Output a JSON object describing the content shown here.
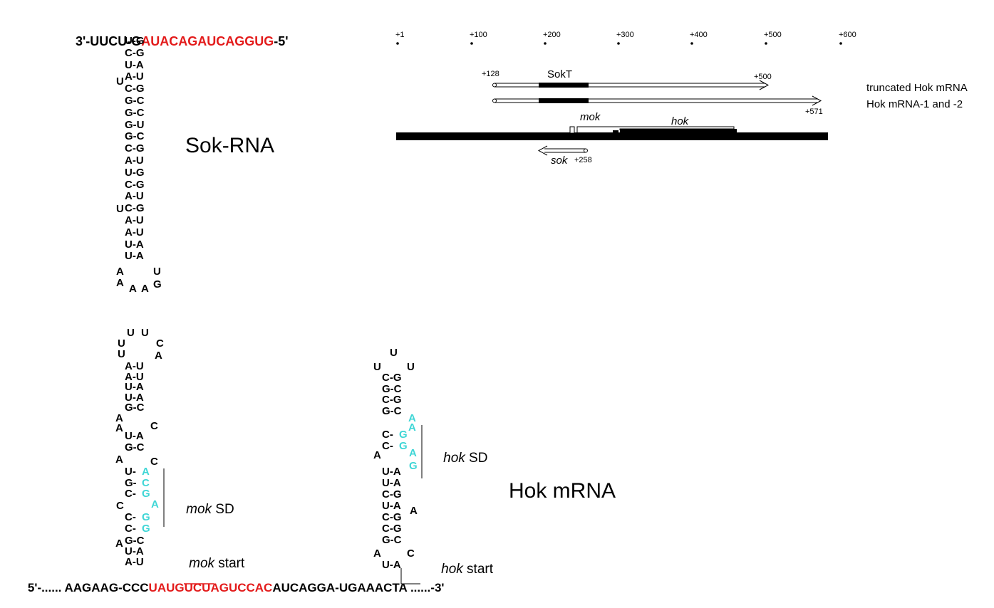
{
  "colors": {
    "highlight_red": "#e31b1b",
    "highlight_cyan": "#3fd6d6",
    "ink": "#000000"
  },
  "sok": {
    "top_left": "3'-UUCU-G",
    "top_red": "AUACAGAUCAGGUG",
    "top_right": "-5'",
    "stem_rows": [
      "U-G",
      "C-G",
      "U-A",
      "A-U",
      "C-G",
      "G-C",
      "G-C",
      "G-U",
      "G-C",
      "C-G",
      "A-U",
      "U-G",
      "C-G",
      "A-U",
      "C-G",
      "A-U",
      "A-U",
      "U-A",
      "U-A"
    ],
    "bulge1": "U",
    "bulge2": "U",
    "loop": [
      "A",
      "A",
      "A",
      "G",
      "U"
    ],
    "label": "Sok-RNA"
  },
  "map": {
    "ticks": [
      "+1",
      "+100",
      "+200",
      "+300",
      "+400",
      "+500",
      "+600"
    ],
    "labels": {
      "p128": "+128",
      "p500": "+500",
      "p571": "+571",
      "p258": "+258",
      "sokt": "SokT",
      "mok": "mok",
      "hok": "hok",
      "sok": "sok"
    },
    "legend": [
      "truncated Hok mRNA",
      "Hok mRNA-1 and -2"
    ]
  },
  "mok_hairpin": {
    "loop": [
      "U",
      "U",
      "C",
      "U",
      "A"
    ],
    "rows": [
      "A-U",
      "A-U",
      "U-A",
      "U-A",
      "G-C"
    ],
    "bulge_a1": "A",
    "bulge_a2": "A",
    "bulge_c1": "C",
    "rows2": [
      "U-A",
      "G-C"
    ],
    "bulge_a3": "A",
    "bulge_c2": "C",
    "sd_rows_left": [
      "U-",
      "G-",
      "C-"
    ],
    "sd_rows_right": [
      "A",
      "C",
      "G"
    ],
    "sd_extra_a": "A",
    "bulge_c3": "C",
    "sd_rows2_left": [
      "C-",
      "C-"
    ],
    "sd_rows2_right": [
      "G",
      "G"
    ],
    "rows3": [
      "G-C",
      "U-A",
      "A-U"
    ],
    "bulge_a4": "A",
    "sd_label_italic": "mok",
    "sd_label": " SD",
    "start_italic": "mok",
    "start_label": " start"
  },
  "hok_hairpin": {
    "loop": [
      "U",
      "U",
      "U"
    ],
    "rows": [
      "C-G",
      "G-C",
      "C-G",
      "G-C"
    ],
    "cyan_a1": "A",
    "cyan_a2": "A",
    "sd_rows_left": [
      "C-",
      "C-"
    ],
    "sd_rows_right": [
      "G",
      "G"
    ],
    "cyan_a3": "A",
    "bulge_a1": "A",
    "row_ua": "U-A",
    "cyan_g3": "G",
    "rows2": [
      "U-A",
      "C-G",
      "U-A",
      "C-G",
      "C-G",
      "G-C"
    ],
    "bulge_a2": "A",
    "bulge_a3": "A",
    "bulge_c1": "C",
    "row_last": "U-A",
    "sd_label_italic": "hok",
    "sd_label": " SD",
    "start_italic": "hok",
    "start_label": " start",
    "label": "Hok mRNA"
  },
  "bottom": {
    "p1": "5'-...... AAGAAG-CCC",
    "p2": "UAUG",
    "p3": "UCUAGUCCAC",
    "p4": "AUCAGGA-",
    "p5": "UG",
    "p6": "AAACTA",
    "p7": " ......-3'"
  }
}
